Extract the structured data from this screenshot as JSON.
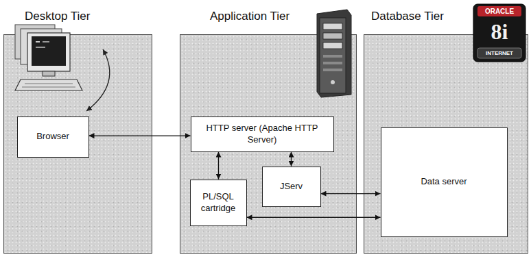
{
  "diagram": {
    "nodes": [
      {
        "text": [
          "Desktop Tier"
        ]
      },
      {
        "text": [
          "Browser"
        ],
        "in": 0
      },
      {
        "text": [
          "Application Tier"
        ]
      },
      {
        "text": [
          "HTTP server (Apache HTTP Server)"
        ],
        "in": 2
      },
      {
        "text": [
          "PL/SQL cartridge"
        ],
        "in": 2
      },
      {
        "text": [
          "JServ"
        ],
        "in": 2
      },
      {
        "text": [
          "Database Tier"
        ]
      },
      {
        "text": [
          "Data server"
        ],
        "in": 6
      }
    ],
    "edges": [
      {
        "from": 1,
        "to": 3,
        "arrow": "both"
      },
      {
        "from": 3,
        "to": 4,
        "arrow": "both"
      },
      {
        "from": 3,
        "to": 5,
        "arrow": "both"
      },
      {
        "from": 5,
        "to": 7,
        "arrow": "both"
      },
      {
        "from": 4,
        "to": 7,
        "arrow": "both"
      }
    ],
    "labels": [
      "ORACLE",
      "8i",
      "INTERNET"
    ]
  }
}
